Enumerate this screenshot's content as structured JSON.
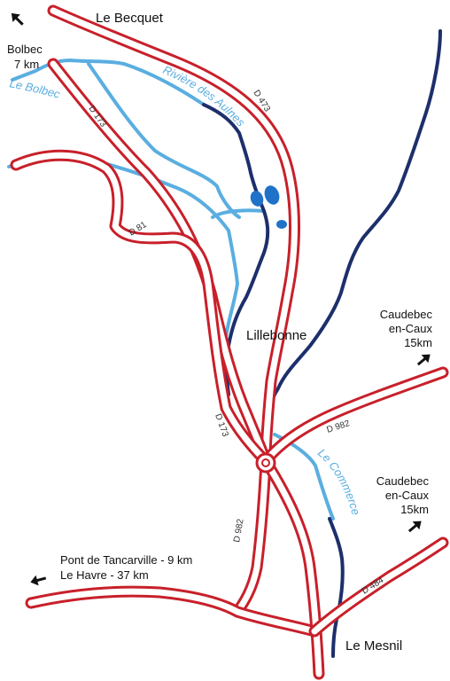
{
  "colors": {
    "road": "#c8202a",
    "road_fill": "#ffffff",
    "river_light": "#5aaee0",
    "river_dark": "#1d2f6b",
    "lake": "#1f72c8",
    "text": "#111111"
  },
  "places": {
    "le_becquet": "Le Becquet",
    "bolbec_line1": "Bolbec",
    "bolbec_line2": "7 km",
    "lillebonne": "Lillebonne",
    "caudebec_top_line1": "Caudebec",
    "caudebec_top_line2": "en-Caux",
    "caudebec_top_line3": "15km",
    "caudebec_bottom_line1": "Caudebec",
    "caudebec_bottom_line2": "en-Caux",
    "caudebec_bottom_line3": "15km",
    "tancarville_line1": "Pont de Tancarville - 9 km",
    "tancarville_line2": "Le Havre - 37 km",
    "le_mesnil": "Le Mesnil"
  },
  "roads": {
    "d473": "D 473",
    "d173_top": "D 173",
    "d81": "D 81",
    "d173_mid": "D 173",
    "d982_right": "D 982",
    "d982_bottom": "D 982",
    "d484": "D 484"
  },
  "rivers": {
    "bolbec": "Le Bolbec",
    "aulnes": "Rivière des Aulnes",
    "commerce": "Le Commerce"
  },
  "icons": {
    "arrow_nw": "arrow-nw-icon",
    "arrow_ne": "arrow-ne-icon",
    "arrow_w": "arrow-w-icon"
  }
}
